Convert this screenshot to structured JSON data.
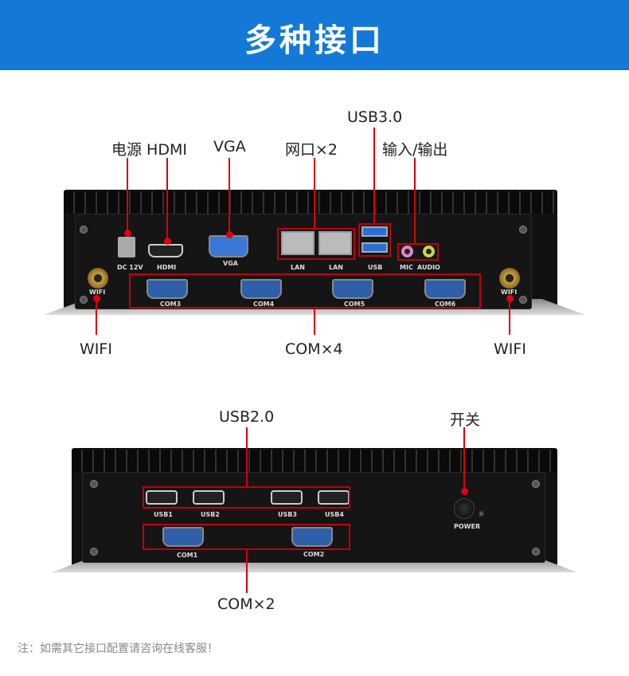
{
  "header": {
    "title": "多种接口",
    "color": "#1479d6"
  },
  "device_front": {
    "callouts": {
      "power_hdmi": "电源 HDMI",
      "vga": "VGA",
      "lan": "网口×2",
      "usb3": "USB3.0",
      "audio": "输入/输出",
      "wifi_left": "WIFI",
      "com": "COM×4",
      "wifi_right": "WIFI"
    },
    "port_labels": {
      "dc": "DC 12V",
      "hdmi": "HDMI",
      "vga": "VGA",
      "lan1": "LAN",
      "lan2": "LAN",
      "usb": "USB",
      "mic": "MIC",
      "audio": "AUDIO",
      "wifi1": "WIFI",
      "wifi2": "WIFI",
      "com3": "COM3",
      "com4": "COM4",
      "com5": "COM5",
      "com6": "COM6"
    }
  },
  "device_rear": {
    "callouts": {
      "usb2": "USB2.0",
      "power": "开关",
      "com": "COM×2"
    },
    "port_labels": {
      "usb1": "USB1",
      "usb2": "USB2",
      "usb3": "USB3",
      "usb4": "USB4",
      "com1": "COM1",
      "com2": "COM2",
      "power": "POWER"
    }
  },
  "footnote": "注：如需其它接口配置请咨询在线客服！",
  "accent": "#d8000f"
}
